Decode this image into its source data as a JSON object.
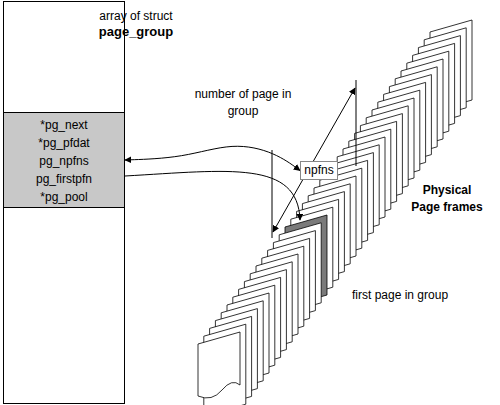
{
  "diagram": {
    "nodes": [
      {
        "text": [
          "array of struct",
          "page_group"
        ]
      },
      {
        "text": [
          "*pg_next",
          "*pg_pfdat",
          "pg_npfns",
          "pg_firstpfn",
          "*pg_pool"
        ],
        "in": 0
      },
      {
        "text": [
          "npfns"
        ]
      }
    ],
    "edges": [
      {
        "from": 1,
        "to": 2,
        "arrow": "both"
      }
    ],
    "labels": [
      "number of page in group",
      "Physical Page frames",
      "first page in group"
    ]
  }
}
